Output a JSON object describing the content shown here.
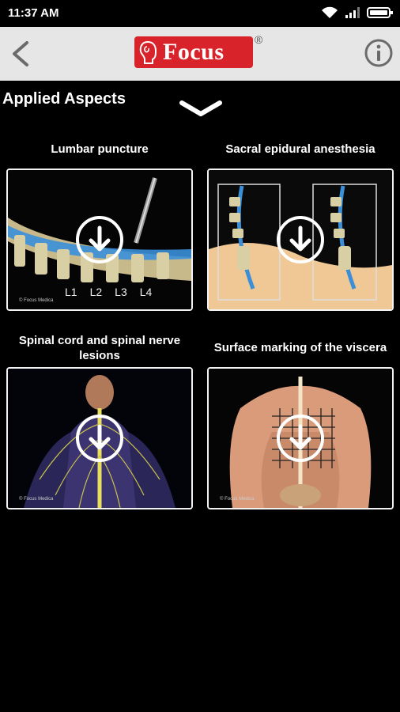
{
  "status": {
    "time": "11:37 AM"
  },
  "header": {
    "logo_text": "Focus",
    "registered": "®"
  },
  "section": {
    "title": "Applied Aspects"
  },
  "cards": [
    {
      "title": "Lumbar puncture",
      "labels": [
        "L1",
        "L2",
        "L3",
        "L4"
      ],
      "credit": "© Focus Medica"
    },
    {
      "title": "Sacral epidural anesthesia"
    },
    {
      "title": "Spinal cord and spinal nerve lesions",
      "credit": "© Focus Medica"
    },
    {
      "title": "Surface marking of the viscera",
      "credit": "© Focus Medica"
    }
  ],
  "colors": {
    "appbar": "#e6e6e6",
    "brand_red": "#d8232a",
    "background": "#000000",
    "spine_blue": "#3a8fd8"
  },
  "icons": [
    "back-arrow-icon",
    "info-icon",
    "chevron-down-icon",
    "download-icon",
    "wifi-icon",
    "signal-icon",
    "battery-icon"
  ]
}
